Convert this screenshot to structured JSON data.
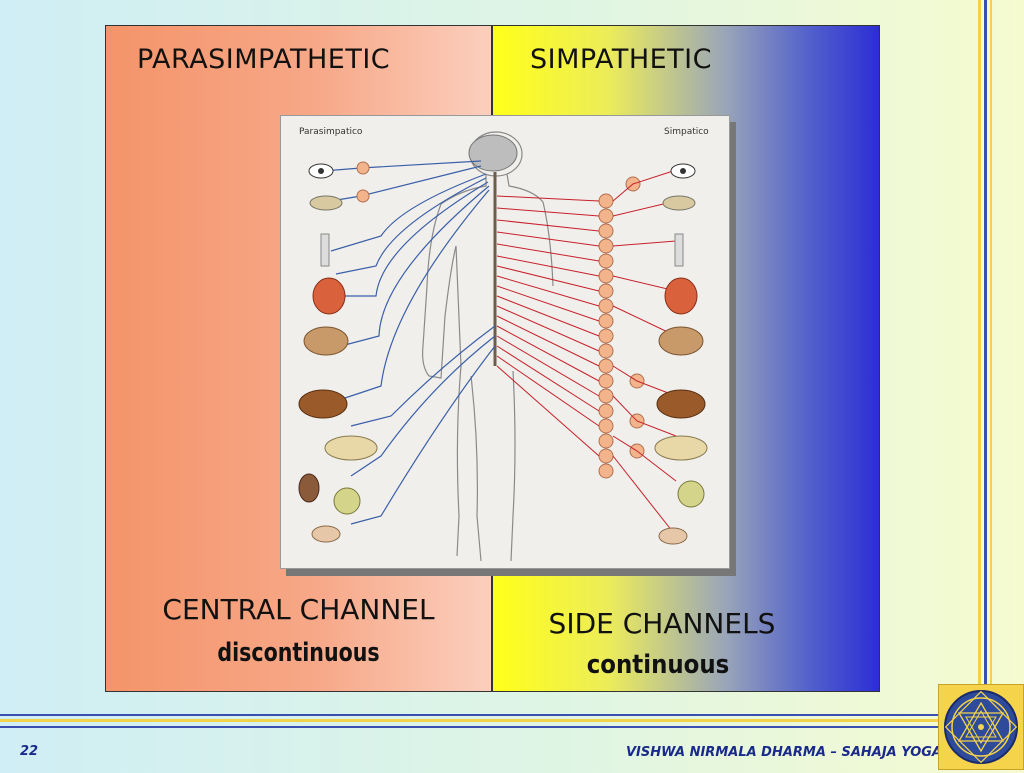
{
  "slide": {
    "left_title": "PARASIMPATHETIC",
    "right_title": "SIMPATHETIC",
    "left_caption_1": "CENTRAL CHANNEL",
    "left_caption_2": "discontinuous",
    "right_caption_1": "SIDE CHANNELS",
    "right_caption_2": "continuous"
  },
  "diagram": {
    "label_left": "Parasimpatico",
    "label_right": "Simpatico",
    "colors": {
      "parasympathetic_nerves": "#3b5fa8",
      "sympathetic_nerves": "#c8202a",
      "ganglia": "#f3b48c"
    }
  },
  "footer": {
    "page_number": "22",
    "title": "VISHWA NIRMALA DHARMA – SAHAJA YOGA"
  },
  "colors": {
    "left_panel": "#f4946a",
    "right_panel_start": "#ffff1a",
    "right_panel_end": "#2c2ed4",
    "footer_text": "#1a2a8c",
    "accent_yellow": "#f1d24a",
    "accent_blue": "#3a4fb0"
  },
  "logo": {
    "icon": "sri-yantra-icon"
  }
}
